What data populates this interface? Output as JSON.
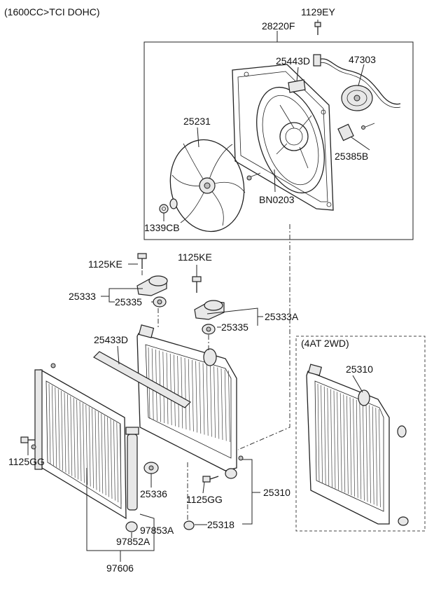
{
  "header": {
    "engine_label": "(1600CC>TCI DOHC)"
  },
  "options": {
    "variant_label": "(4AT 2WD)"
  },
  "parts": [
    "1129EY",
    "28220F",
    "25443D",
    "47303",
    "25231",
    "25385B",
    "BN0203",
    "1339CB",
    "1125KE",
    "1125KE",
    "25333",
    "25335",
    "25335",
    "25333A",
    "25433D",
    "25310",
    "1125GG",
    "1125GG",
    "25336",
    "25310",
    "97853A",
    "25318",
    "97852A",
    "97606"
  ]
}
